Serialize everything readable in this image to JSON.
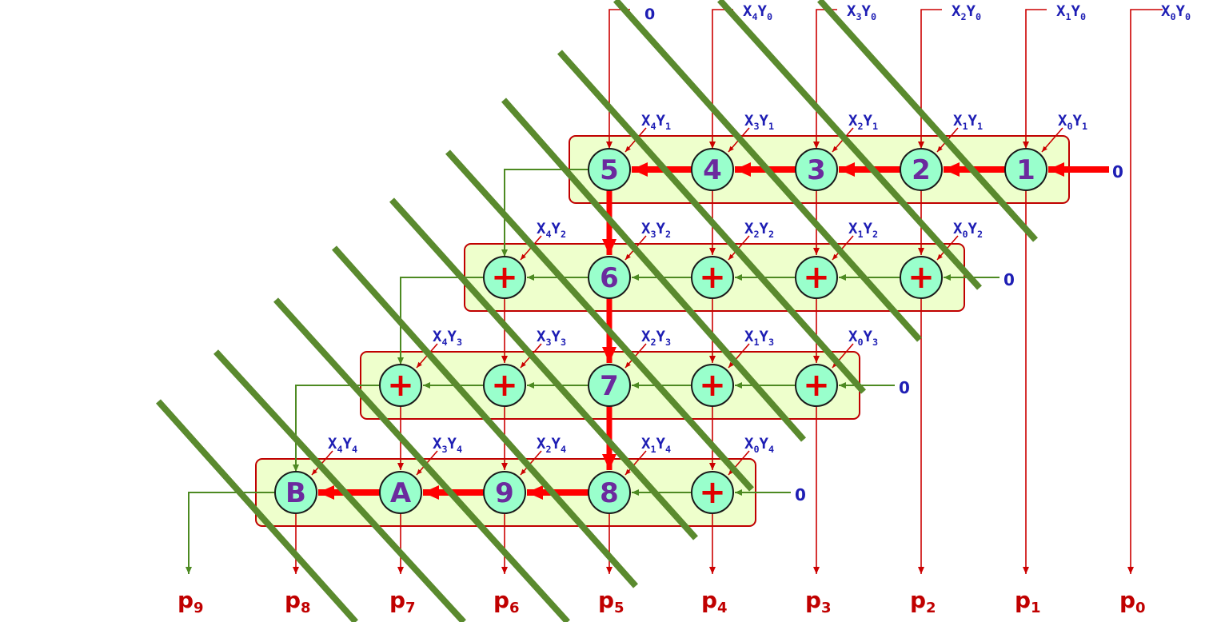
{
  "colors": {
    "cell_fill": "#99ffcc",
    "row_fill": "#eeffcc",
    "row_border": "#c00000",
    "red_wire": "#cc0000",
    "carry_path": "#ff0000",
    "green_wire": "#4d8a22",
    "pipeline_cut": "#5a8a2e",
    "label": "#1e1eb4",
    "cell_text": "#6b2a9e",
    "output": "#c00000"
  },
  "top_inputs": [
    {
      "x": "0",
      "y": "",
      "plain": "0"
    },
    {
      "x": "4",
      "y": "0"
    },
    {
      "x": "3",
      "y": "0"
    },
    {
      "x": "2",
      "y": "0"
    },
    {
      "x": "1",
      "y": "0"
    },
    {
      "x": "0",
      "y": "0"
    }
  ],
  "rows": [
    {
      "carry_in": "0",
      "cells": [
        {
          "text": "5",
          "pp": {
            "x": "4",
            "y": "1"
          }
        },
        {
          "text": "4",
          "pp": {
            "x": "3",
            "y": "1"
          }
        },
        {
          "text": "3",
          "pp": {
            "x": "2",
            "y": "1"
          }
        },
        {
          "text": "2",
          "pp": {
            "x": "1",
            "y": "1"
          }
        },
        {
          "text": "1",
          "pp": {
            "x": "0",
            "y": "1"
          }
        }
      ]
    },
    {
      "carry_in": "0",
      "cells": [
        {
          "text": "+",
          "pp": {
            "x": "4",
            "y": "2"
          }
        },
        {
          "text": "6",
          "pp": {
            "x": "3",
            "y": "2"
          }
        },
        {
          "text": "+",
          "pp": {
            "x": "2",
            "y": "2"
          }
        },
        {
          "text": "+",
          "pp": {
            "x": "1",
            "y": "2"
          }
        },
        {
          "text": "+",
          "pp": {
            "x": "0",
            "y": "2"
          }
        }
      ]
    },
    {
      "carry_in": "0",
      "cells": [
        {
          "text": "+",
          "pp": {
            "x": "4",
            "y": "3"
          }
        },
        {
          "text": "+",
          "pp": {
            "x": "3",
            "y": "3"
          }
        },
        {
          "text": "7",
          "pp": {
            "x": "2",
            "y": "3"
          }
        },
        {
          "text": "+",
          "pp": {
            "x": "1",
            "y": "3"
          }
        },
        {
          "text": "+",
          "pp": {
            "x": "0",
            "y": "3"
          }
        }
      ]
    },
    {
      "carry_in": "0",
      "cells": [
        {
          "text": "B",
          "pp": {
            "x": "4",
            "y": "4"
          }
        },
        {
          "text": "A",
          "pp": {
            "x": "3",
            "y": "4"
          }
        },
        {
          "text": "9",
          "pp": {
            "x": "2",
            "y": "4"
          }
        },
        {
          "text": "8",
          "pp": {
            "x": "1",
            "y": "4"
          }
        },
        {
          "text": "+",
          "pp": {
            "x": "0",
            "y": "4"
          }
        }
      ]
    }
  ],
  "outputs": [
    "9",
    "8",
    "7",
    "6",
    "5",
    "4",
    "3",
    "2",
    "1",
    "0"
  ],
  "output_prefix": "p"
}
